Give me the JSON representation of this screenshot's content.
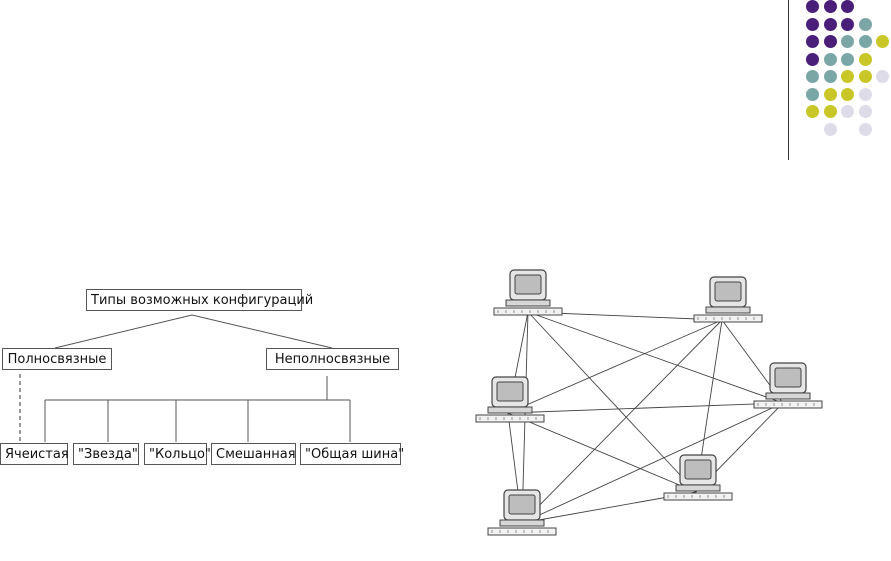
{
  "colors": {
    "purple": "#4a1f7a",
    "teal": "#7aa7a6",
    "olive": "#c9c727",
    "lavender": "#dedce9",
    "line": "#444444"
  },
  "decoration": {
    "dot_pattern": [
      [
        "purple",
        "purple",
        "purple",
        null,
        null
      ],
      [
        "purple",
        "purple",
        "purple",
        "teal",
        null
      ],
      [
        "purple",
        "purple",
        "teal",
        "teal",
        "olive"
      ],
      [
        "purple",
        "teal",
        "teal",
        "olive",
        null
      ],
      [
        "teal",
        "teal",
        "olive",
        "olive",
        "lavender"
      ],
      [
        "teal",
        "olive",
        "olive",
        "lavender",
        null
      ],
      [
        "olive",
        "olive",
        "lavender",
        "lavender",
        null
      ],
      [
        null,
        "lavender",
        null,
        "lavender",
        null
      ]
    ]
  },
  "tree": {
    "root": "Типы возможных конфигураций",
    "left": "Полносвязные",
    "right": "Неполносвязные",
    "leaves": [
      "Ячеистая",
      "\"Звезда\"",
      "\"Кольцо\"",
      "Смешанная",
      "\"Общая шина\""
    ]
  },
  "network": {
    "nodes": [
      "computer-1",
      "computer-2",
      "computer-3",
      "computer-4",
      "computer-5",
      "computer-6"
    ]
  }
}
